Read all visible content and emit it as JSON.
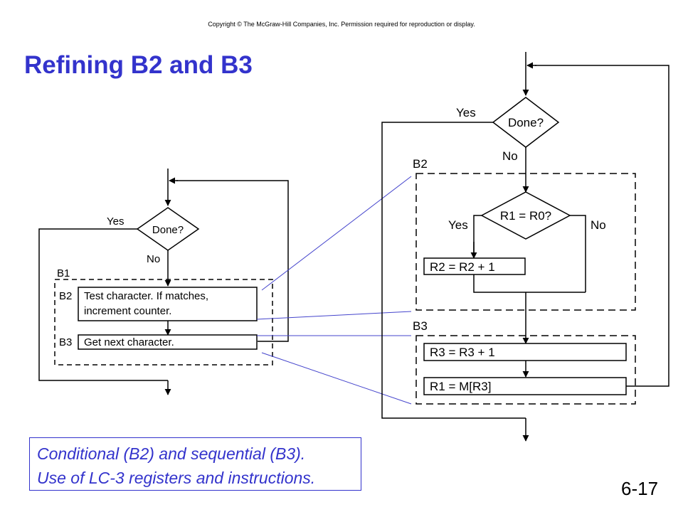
{
  "copyright": "Copyright © The McGraw-Hill Companies, Inc.  Permission required for reproduction or display.",
  "title": "Refining B2 and B3",
  "left_flow": {
    "decision": "Done?",
    "yes": "Yes",
    "no": "No",
    "outer_label": "B1",
    "b2_label": "B2",
    "b2_text_line1": "Test character.  If matches,",
    "b2_text_line2": "increment counter.",
    "b3_label": "B3",
    "b3_text": "Get next character."
  },
  "right_flow": {
    "decision": "Done?",
    "yes": "Yes",
    "no": "No",
    "b2_label": "B2",
    "b2_decision": "R1 = R0?",
    "b2_yes": "Yes",
    "b2_no": "No",
    "b2_box": "R2 = R2 + 1",
    "b3_label": "B3",
    "b3_box1": "R3 = R3 + 1",
    "b3_box2": "R1 = M[R3]"
  },
  "caption": {
    "line1": "Conditional (B2) and sequential (B3).",
    "line2": "Use of LC-3 registers and instructions."
  },
  "page_number": "6-17",
  "colors": {
    "title": "#3333cc",
    "caption": "#3333cc",
    "connector": "#4444cc"
  }
}
